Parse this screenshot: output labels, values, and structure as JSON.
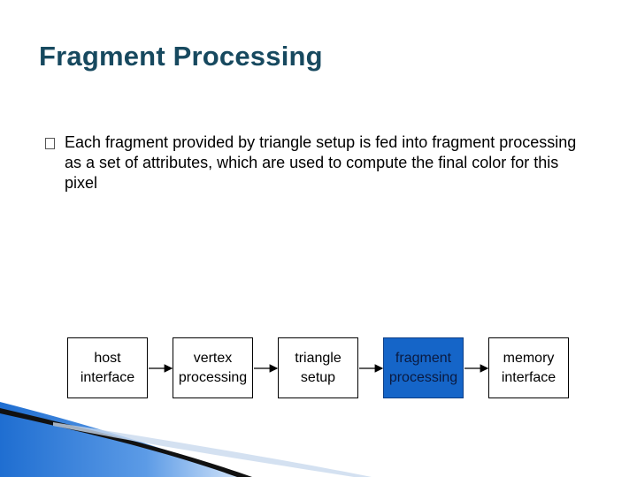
{
  "slide": {
    "title": "Fragment Processing",
    "bullets": [
      {
        "text": "Each fragment provided by triangle setup is fed into fragment processing as a set of attributes, which are used to compute the final color for this pixel"
      }
    ]
  },
  "pipeline": {
    "stages": [
      {
        "label": "host\ninterface",
        "highlighted": false
      },
      {
        "label": "vertex\nprocessing",
        "highlighted": false
      },
      {
        "label": "triangle\nsetup",
        "highlighted": false
      },
      {
        "label": "fragment\nprocessing",
        "highlighted": true
      },
      {
        "label": "memory\ninterface",
        "highlighted": false
      }
    ],
    "highlight_color": "#1565c8"
  },
  "theme": {
    "title_color": "#17495f",
    "accent_blue": "#1f6ed1"
  }
}
